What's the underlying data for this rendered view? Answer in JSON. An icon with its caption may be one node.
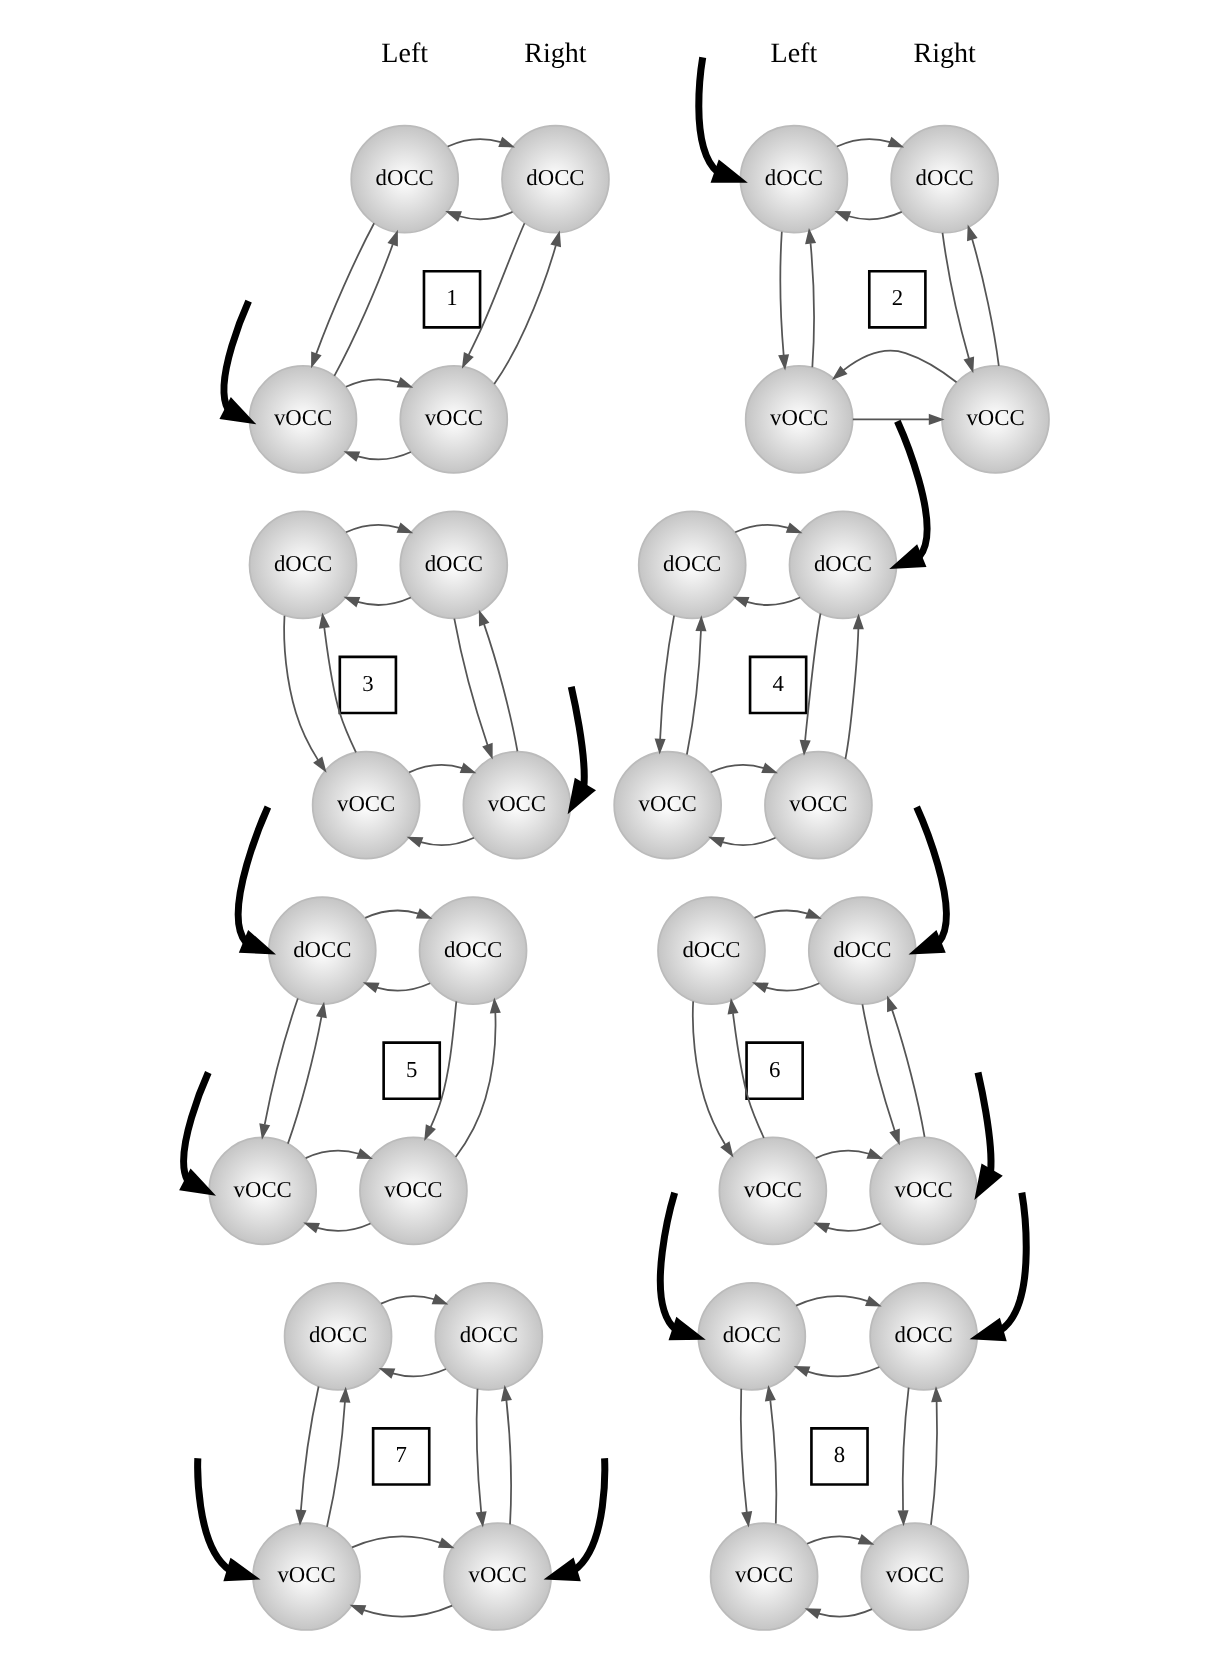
{
  "diagram": {
    "nodes": [
      {
        "text": [
          "dOCC"
        ]
      },
      {
        "text": [
          "dOCC"
        ]
      },
      {
        "text": [
          "1"
        ]
      },
      {
        "text": [
          "vOCC"
        ]
      },
      {
        "text": [
          "vOCC"
        ]
      },
      {
        "text": [
          "dOCC"
        ]
      },
      {
        "text": [
          "dOCC"
        ]
      },
      {
        "text": [
          "2"
        ]
      },
      {
        "text": [
          "vOCC"
        ]
      },
      {
        "text": [
          "vOCC"
        ]
      },
      {
        "text": [
          "dOCC"
        ]
      },
      {
        "text": [
          "dOCC"
        ]
      },
      {
        "text": [
          "3"
        ]
      },
      {
        "text": [
          "vOCC"
        ]
      },
      {
        "text": [
          "vOCC"
        ]
      },
      {
        "text": [
          "dOCC"
        ]
      },
      {
        "text": [
          "dOCC"
        ]
      },
      {
        "text": [
          "4"
        ]
      },
      {
        "text": [
          "vOCC"
        ]
      },
      {
        "text": [
          "vOCC"
        ]
      },
      {
        "text": [
          "dOCC"
        ]
      },
      {
        "text": [
          "dOCC"
        ]
      },
      {
        "text": [
          "5"
        ]
      },
      {
        "text": [
          "vOCC"
        ]
      },
      {
        "text": [
          "vOCC"
        ]
      },
      {
        "text": [
          "dOCC"
        ]
      },
      {
        "text": [
          "dOCC"
        ]
      },
      {
        "text": [
          "6"
        ]
      },
      {
        "text": [
          "vOCC"
        ]
      },
      {
        "text": [
          "vOCC"
        ]
      },
      {
        "text": [
          "dOCC"
        ]
      },
      {
        "text": [
          "dOCC"
        ]
      },
      {
        "text": [
          "7"
        ]
      },
      {
        "text": [
          "vOCC"
        ]
      },
      {
        "text": [
          "vOCC"
        ]
      },
      {
        "text": [
          "dOCC"
        ]
      },
      {
        "text": [
          "dOCC"
        ]
      },
      {
        "text": [
          "8"
        ]
      },
      {
        "text": [
          "vOCC"
        ]
      },
      {
        "text": [
          "vOCC"
        ]
      }
    ],
    "edges": [
      {
        "from": 1,
        "to": 0,
        "arrow": "to"
      },
      {
        "from": 0,
        "to": 1,
        "arrow": "to"
      },
      {
        "from": 0,
        "to": 3,
        "arrow": "to"
      },
      {
        "from": 3,
        "to": 0,
        "arrow": "to"
      },
      {
        "from": 1,
        "to": 4,
        "arrow": "to"
      },
      {
        "from": 4,
        "to": 1,
        "arrow": "to"
      },
      {
        "from": 4,
        "to": 3,
        "arrow": "to"
      },
      {
        "from": 3,
        "to": 4,
        "arrow": "to"
      },
      {
        "from": 6,
        "to": 5,
        "arrow": "to"
      },
      {
        "from": 5,
        "to": 6,
        "arrow": "to"
      },
      {
        "from": 5,
        "to": 8,
        "arrow": "to"
      },
      {
        "from": 8,
        "to": 5,
        "arrow": "to"
      },
      {
        "from": 6,
        "to": 9,
        "arrow": "to"
      },
      {
        "from": 9,
        "to": 6,
        "arrow": "to"
      },
      {
        "from": 9,
        "to": 8,
        "arrow": "to"
      },
      {
        "from": 8,
        "to": 9,
        "arrow": "to"
      },
      {
        "from": 11,
        "to": 10,
        "arrow": "to"
      },
      {
        "from": 10,
        "to": 11,
        "arrow": "to"
      },
      {
        "from": 10,
        "to": 13,
        "arrow": "to"
      },
      {
        "from": 13,
        "to": 10,
        "arrow": "to"
      },
      {
        "from": 11,
        "to": 14,
        "arrow": "to"
      },
      {
        "from": 14,
        "to": 11,
        "arrow": "to"
      },
      {
        "from": 14,
        "to": 13,
        "arrow": "to"
      },
      {
        "from": 13,
        "to": 14,
        "arrow": "to"
      },
      {
        "from": 16,
        "to": 15,
        "arrow": "to"
      },
      {
        "from": 15,
        "to": 16,
        "arrow": "to"
      },
      {
        "from": 15,
        "to": 18,
        "arrow": "to"
      },
      {
        "from": 18,
        "to": 15,
        "arrow": "to"
      },
      {
        "from": 16,
        "to": 19,
        "arrow": "to"
      },
      {
        "from": 19,
        "to": 16,
        "arrow": "to"
      },
      {
        "from": 19,
        "to": 18,
        "arrow": "to"
      },
      {
        "from": 18,
        "to": 19,
        "arrow": "to"
      },
      {
        "from": 21,
        "to": 20,
        "arrow": "to"
      },
      {
        "from": 20,
        "to": 21,
        "arrow": "to"
      },
      {
        "from": 20,
        "to": 23,
        "arrow": "to"
      },
      {
        "from": 23,
        "to": 20,
        "arrow": "to"
      },
      {
        "from": 21,
        "to": 24,
        "arrow": "to"
      },
      {
        "from": 24,
        "to": 21,
        "arrow": "to"
      },
      {
        "from": 24,
        "to": 23,
        "arrow": "to"
      },
      {
        "from": 23,
        "to": 24,
        "arrow": "to"
      },
      {
        "from": 26,
        "to": 25,
        "arrow": "to"
      },
      {
        "from": 25,
        "to": 26,
        "arrow": "to"
      },
      {
        "from": 25,
        "to": 28,
        "arrow": "to"
      },
      {
        "from": 28,
        "to": 25,
        "arrow": "to"
      },
      {
        "from": 26,
        "to": 29,
        "arrow": "to"
      },
      {
        "from": 29,
        "to": 26,
        "arrow": "to"
      },
      {
        "from": 29,
        "to": 28,
        "arrow": "to"
      },
      {
        "from": 28,
        "to": 29,
        "arrow": "to"
      },
      {
        "from": 31,
        "to": 30,
        "arrow": "to"
      },
      {
        "from": 30,
        "to": 31,
        "arrow": "to"
      },
      {
        "from": 30,
        "to": 33,
        "arrow": "to"
      },
      {
        "from": 33,
        "to": 30,
        "arrow": "to"
      },
      {
        "from": 31,
        "to": 34,
        "arrow": "to"
      },
      {
        "from": 34,
        "to": 31,
        "arrow": "to"
      },
      {
        "from": 34,
        "to": 33,
        "arrow": "to"
      },
      {
        "from": 33,
        "to": 34,
        "arrow": "to"
      },
      {
        "from": 36,
        "to": 35,
        "arrow": "to"
      },
      {
        "from": 35,
        "to": 36,
        "arrow": "to"
      },
      {
        "from": 35,
        "to": 38,
        "arrow": "to"
      },
      {
        "from": 38,
        "to": 35,
        "arrow": "to"
      },
      {
        "from": 36,
        "to": 39,
        "arrow": "to"
      },
      {
        "from": 39,
        "to": 36,
        "arrow": "to"
      },
      {
        "from": 39,
        "to": 38,
        "arrow": "to"
      },
      {
        "from": 38,
        "to": 39,
        "arrow": "to"
      },
      {
        "from": null,
        "to": 3,
        "arrow": "to",
        "style": "thick",
        "color": "#000000"
      },
      {
        "from": null,
        "to": 5,
        "arrow": "to",
        "style": "thick",
        "color": "#000000"
      },
      {
        "from": null,
        "to": 14,
        "arrow": "to",
        "style": "thick",
        "color": "#000000"
      },
      {
        "from": null,
        "to": 16,
        "arrow": "to",
        "style": "thick",
        "color": "#000000"
      },
      {
        "from": null,
        "to": 20,
        "arrow": "to",
        "style": "thick",
        "color": "#000000"
      },
      {
        "from": null,
        "to": 23,
        "arrow": "to",
        "style": "thick",
        "color": "#000000"
      },
      {
        "from": null,
        "to": 26,
        "arrow": "to",
        "style": "thick",
        "color": "#000000"
      },
      {
        "from": null,
        "to": 29,
        "arrow": "to",
        "style": "thick",
        "color": "#000000"
      },
      {
        "from": null,
        "to": 33,
        "arrow": "to",
        "style": "thick",
        "color": "#000000"
      },
      {
        "from": null,
        "to": 34,
        "arrow": "to",
        "style": "thick",
        "color": "#000000"
      },
      {
        "from": null,
        "to": 35,
        "arrow": "to",
        "style": "thick",
        "color": "#000000"
      },
      {
        "from": null,
        "to": 36,
        "arrow": "to",
        "style": "thick",
        "color": "#000000"
      }
    ],
    "labels": [
      "Left",
      "Right",
      "Left",
      "Right"
    ]
  }
}
